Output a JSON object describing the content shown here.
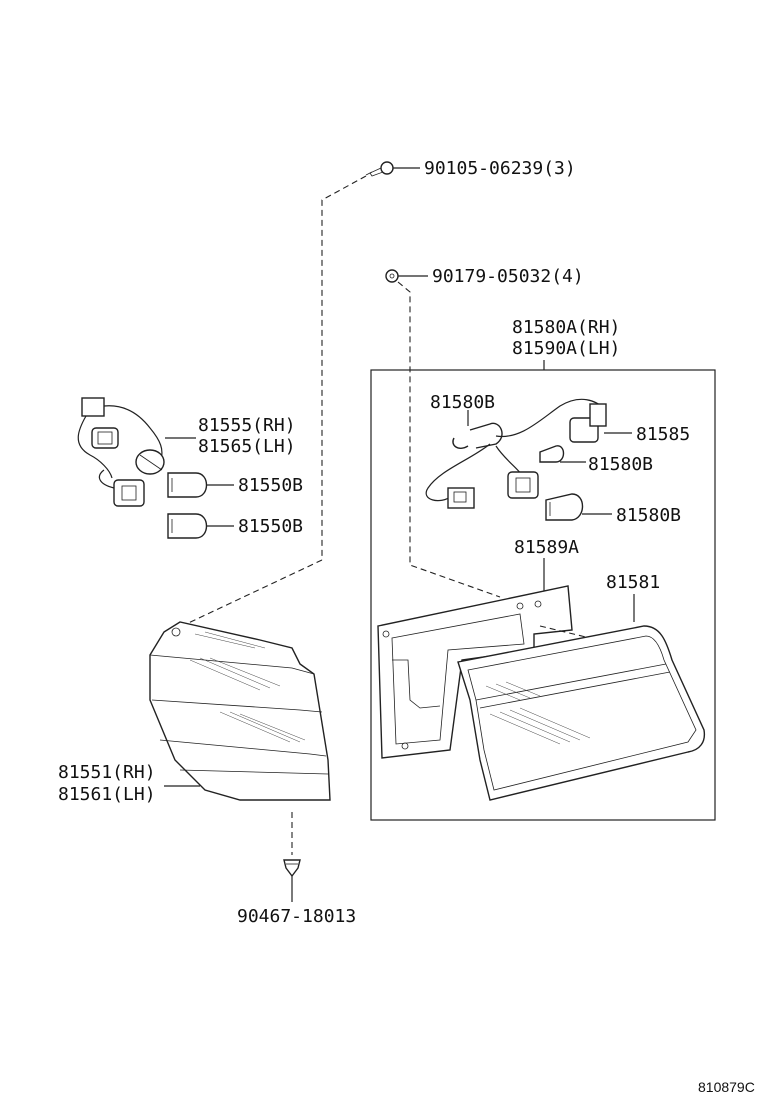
{
  "diagram": {
    "labels": {
      "screw_top": "90105-06239(3)",
      "screw_mid": "90179-05032(4)",
      "socket_rh": "81555(RH)",
      "socket_lh": "81565(LH)",
      "bulb_a": "81550B",
      "bulb_b": "81550B",
      "assy_rh": "81580A(RH)",
      "assy_lh": "81590A(LH)",
      "bulb_inner_1": "81580B",
      "holder": "81585",
      "bulb_inner_2": "81580B",
      "bulb_inner_3": "81580B",
      "gasket": "81589A",
      "lens_inner": "81581",
      "lamp_rh": "81551(RH)",
      "lamp_lh": "81561(LH)",
      "clip": "90467-18013"
    },
    "figure_code": "810879C"
  }
}
